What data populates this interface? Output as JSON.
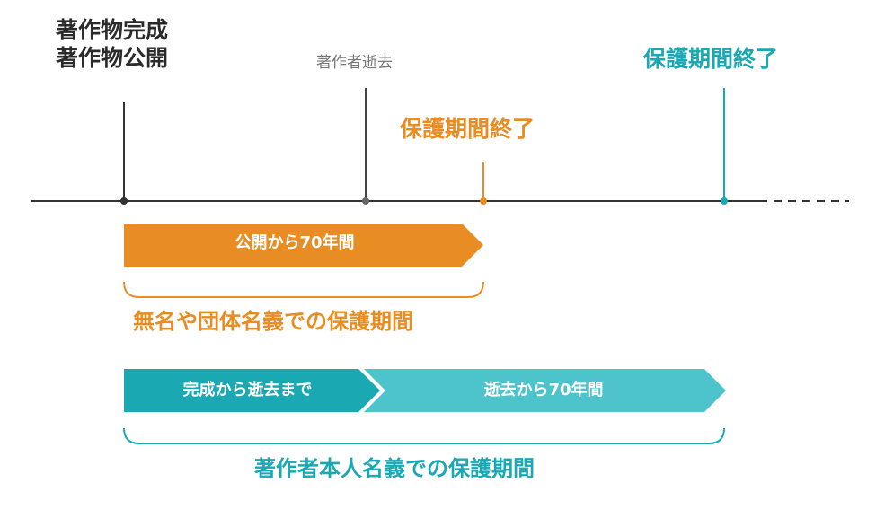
{
  "labels": {
    "work_complete": "著作物完成",
    "work_published": "著作物公開",
    "author_death": "著作者逝去",
    "protection_end_anonymous": "保護期間終了",
    "protection_end_named": "保護期間終了"
  },
  "bars": {
    "anonymous": "公開から70年間",
    "named_until_death": "完成から逝去まで",
    "named_after_death": "逝去から70年間"
  },
  "captions": {
    "anonymous": "無名や団体名義での保護期間",
    "named": "著作者本人名義での保護期間"
  },
  "colors": {
    "orange": "#e88d24",
    "teal_dark": "#1aa8b3",
    "teal_light": "#4dc4cc",
    "line": "#333333",
    "gray_text": "#777777"
  }
}
